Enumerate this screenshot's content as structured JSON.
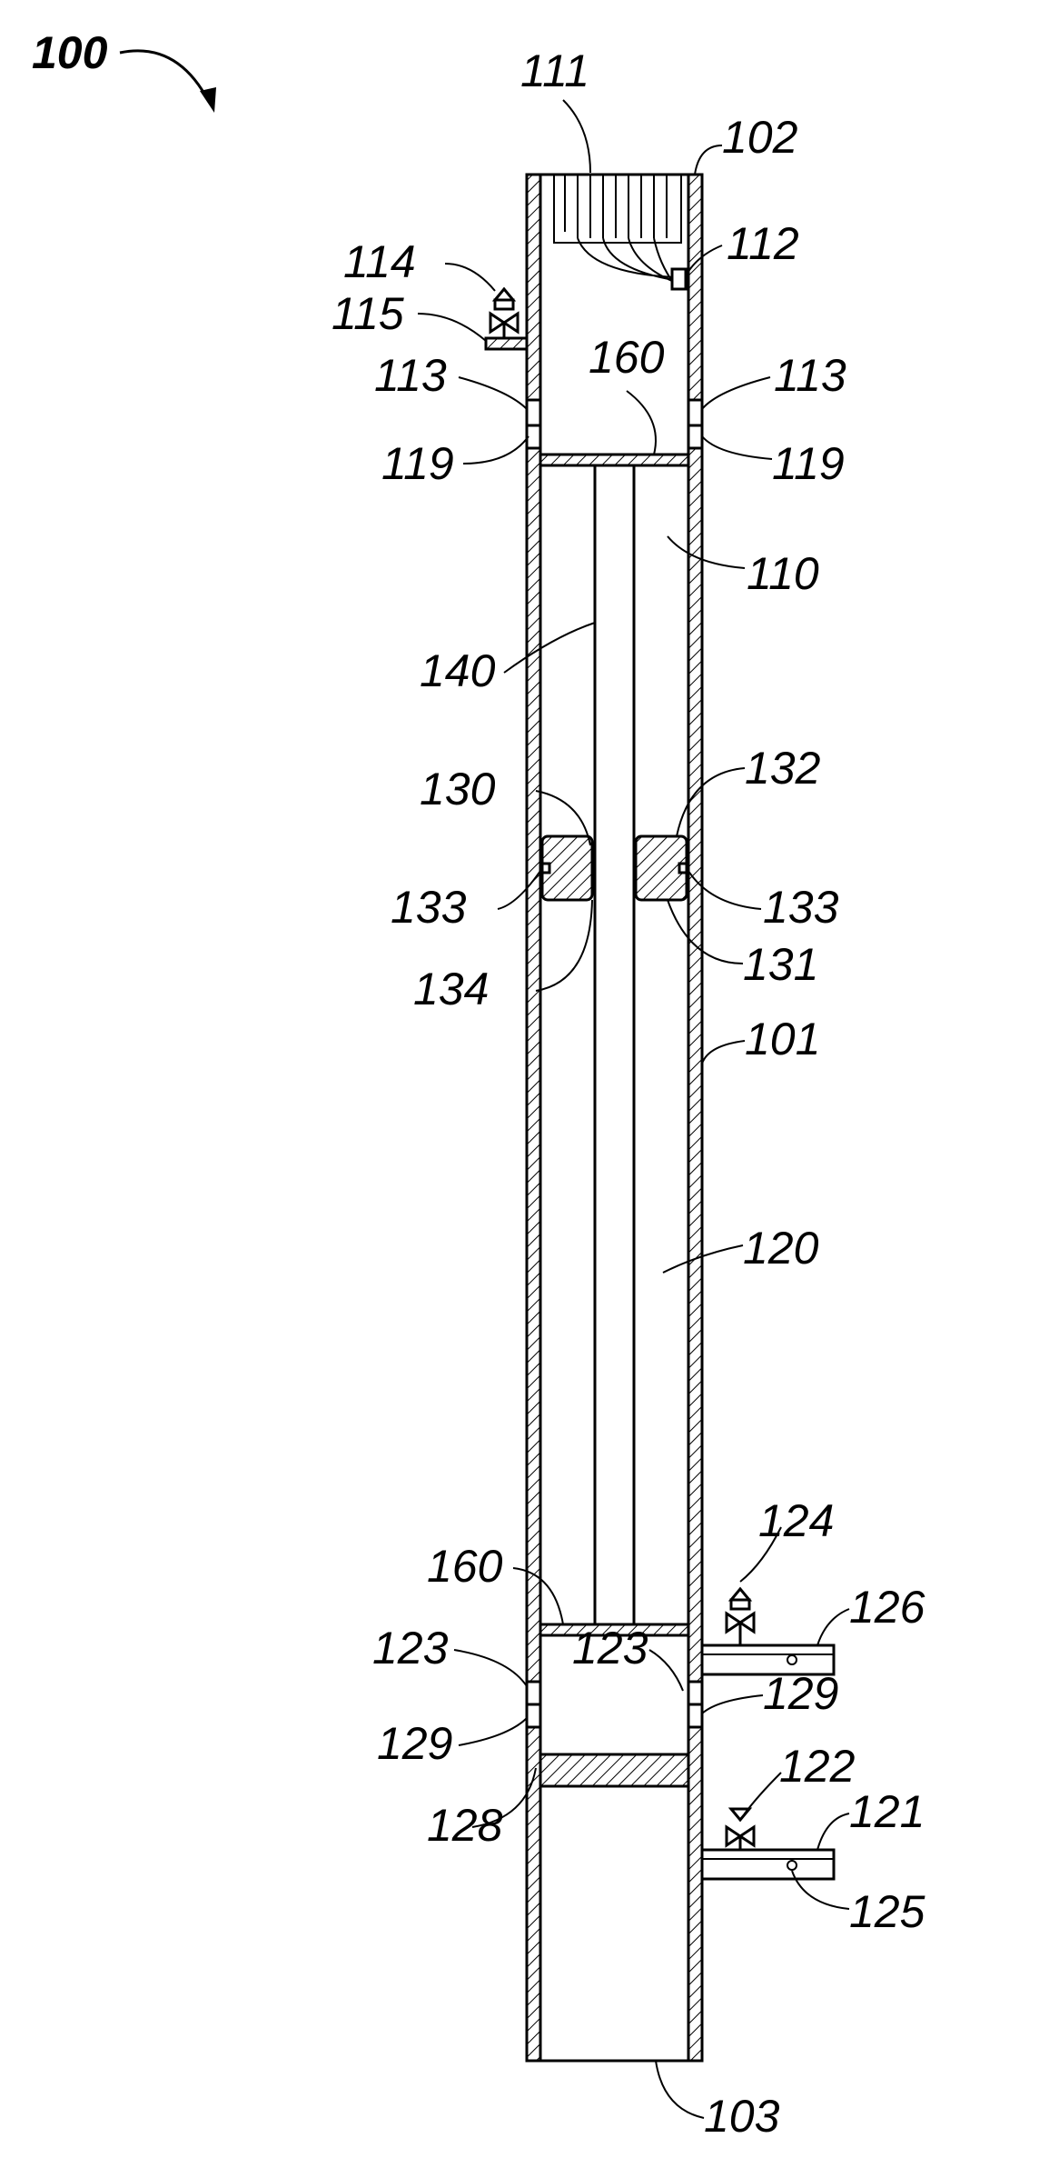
{
  "figure": {
    "number": "100",
    "labels": {
      "l101": "101",
      "l102": "102",
      "l103": "103",
      "l110": "110",
      "l111": "111",
      "l112": "112",
      "l113a": "113",
      "l113b": "113",
      "l114": "114",
      "l115": "115",
      "l119a": "119",
      "l119b": "119",
      "l120": "120",
      "l121": "121",
      "l122": "122",
      "l123a": "123",
      "l123b": "123",
      "l124": "124",
      "l125": "125",
      "l126": "126",
      "l128": "128",
      "l129a": "129",
      "l129b": "129",
      "l130": "130",
      "l131": "131",
      "l132": "132",
      "l133a": "133",
      "l133b": "133",
      "l134": "134",
      "l140": "140",
      "l160a": "160",
      "l160b": "160"
    }
  },
  "colors": {
    "line": "#000000",
    "background": "#ffffff"
  }
}
